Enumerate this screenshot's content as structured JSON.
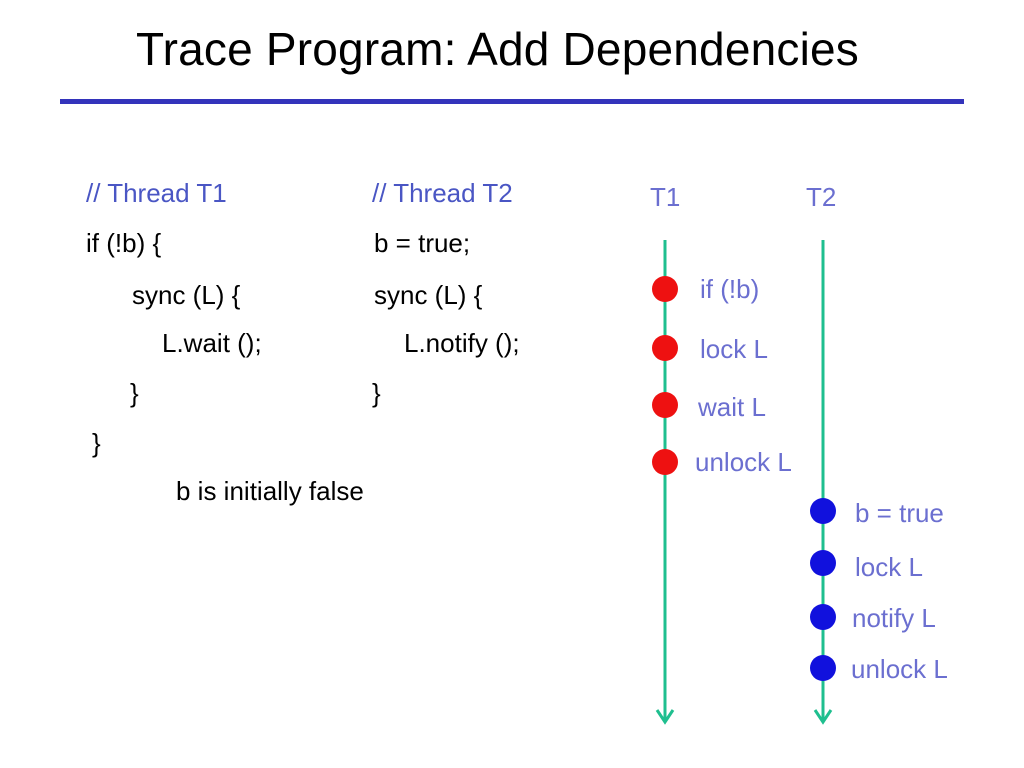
{
  "slide": {
    "title": "Trace Program: Add Dependencies"
  },
  "code": {
    "t1": {
      "comment": "// Thread T1",
      "lines": [
        "if (!b) {",
        "sync (L) {",
        "L.wait ();",
        "}",
        "}"
      ]
    },
    "t2": {
      "comment": "// Thread T2",
      "lines": [
        "b = true;",
        "sync (L) {",
        "L.notify ();",
        "}"
      ]
    },
    "note": "b is initially false"
  },
  "timeline": {
    "threads": [
      {
        "label": "T1",
        "color": "#1fbf8f",
        "event_color": "#ee1111",
        "events": [
          "if (!b)",
          "lock L",
          "wait L",
          "unlock L"
        ]
      },
      {
        "label": "T2",
        "color": "#1fbf8f",
        "event_color": "#1111dd",
        "events": [
          "b = true",
          "lock L",
          "notify L",
          "unlock L"
        ]
      }
    ]
  }
}
